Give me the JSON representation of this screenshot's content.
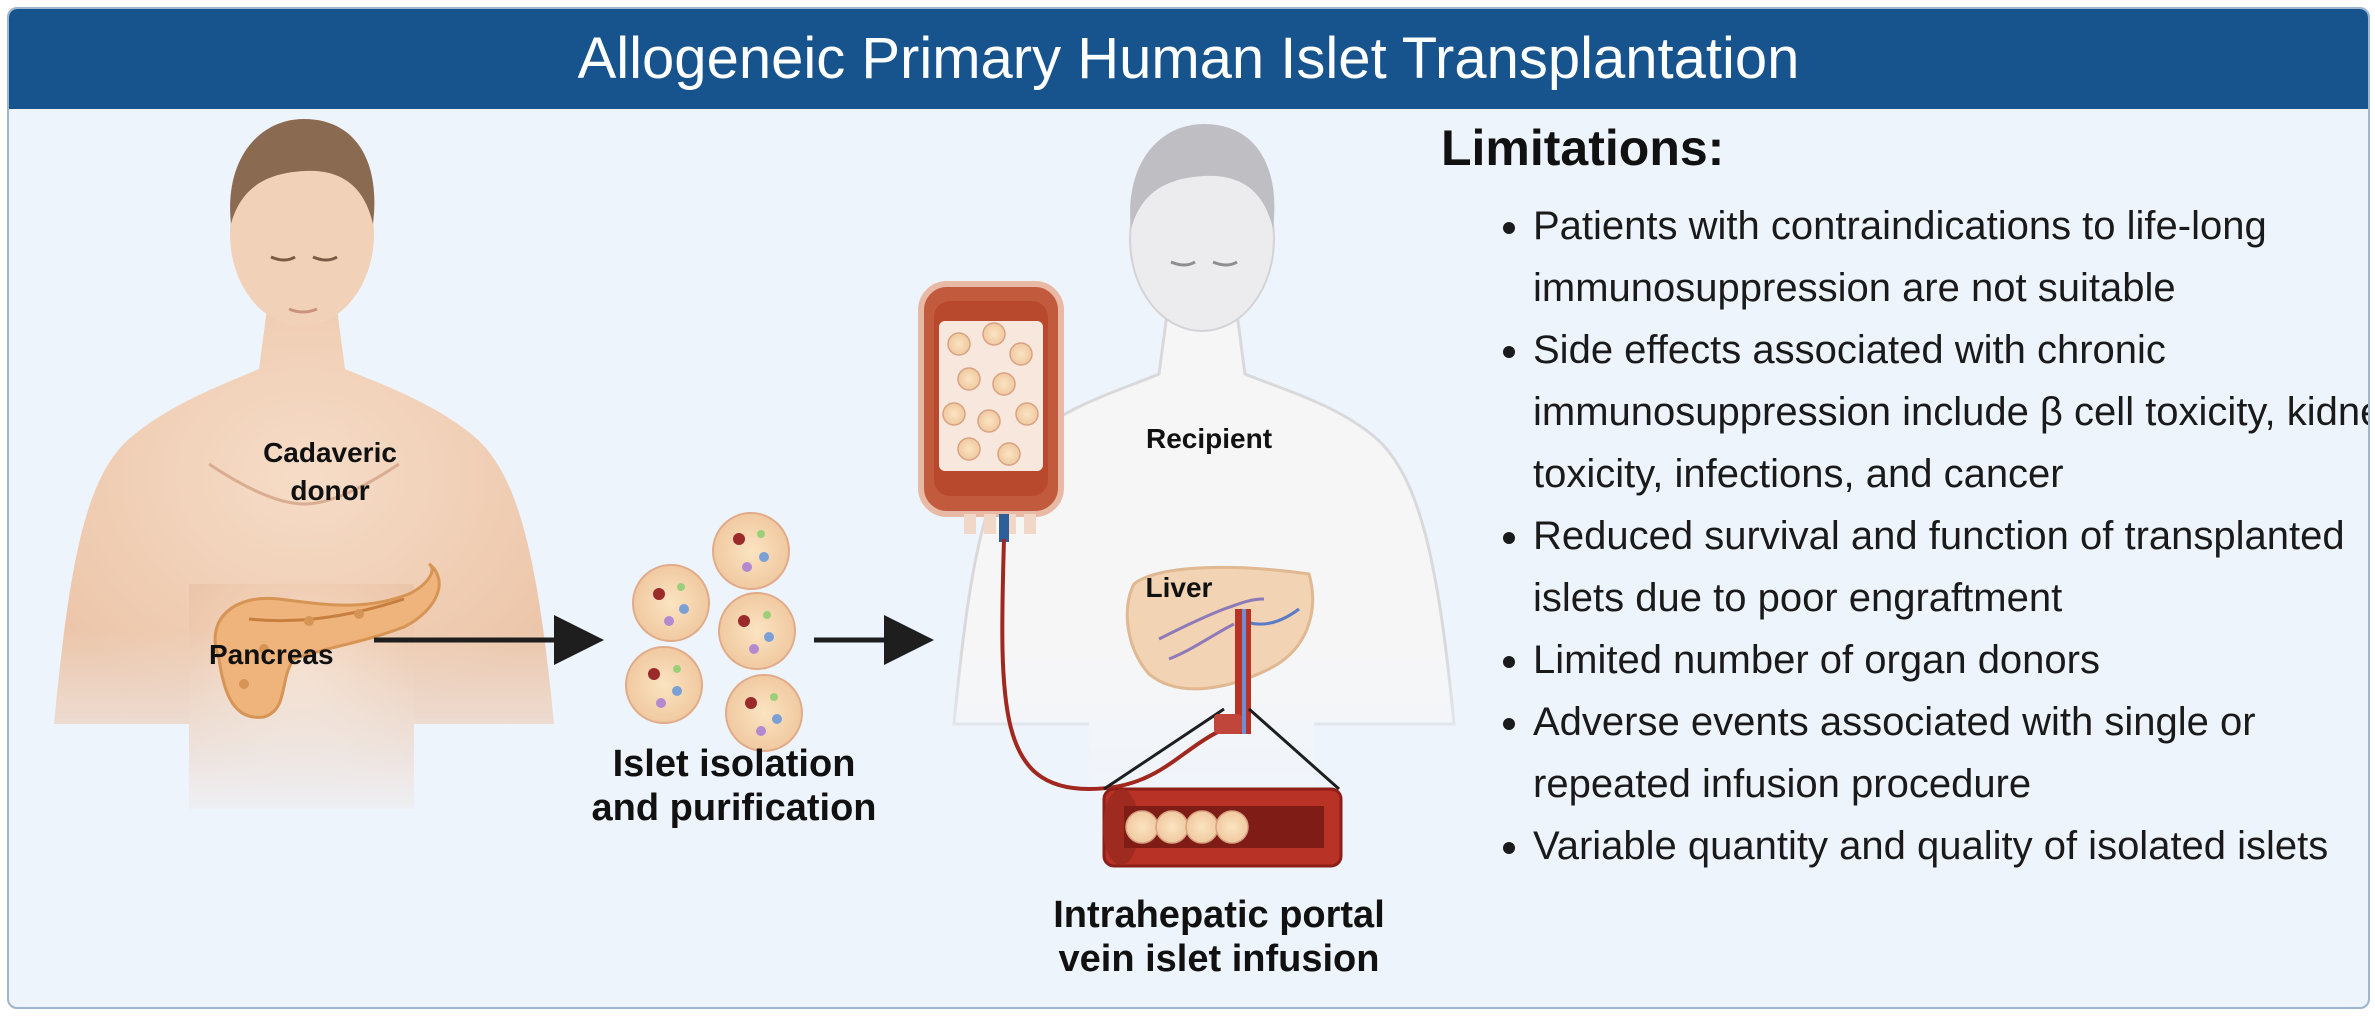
{
  "header": {
    "title": "Allogeneic Primary Human Islet Transplantation"
  },
  "labels": {
    "donor": "Cadaveric\ndonor",
    "pancreas": "Pancreas",
    "islet_isolation": "Islet isolation\nand purification",
    "recipient": "Recipient",
    "liver": "Liver",
    "infusion": "Intrahepatic portal\nvein islet infusion"
  },
  "limitations": {
    "heading": "Limitations:",
    "items": [
      "Patients with contraindications to life-long immunosuppression are not suitable",
      "Side effects associated with chronic immunosuppression include β cell toxicity, kidney toxicity, infections, and cancer",
      "Reduced survival and function of transplanted islets due to poor engraftment",
      "Limited number of organ donors",
      "Adverse events associated with single or repeated infusion procedure",
      "Variable quantity and quality of isolated islets"
    ]
  },
  "colors": {
    "header_bg": "#17548e",
    "panel_bg": "#eef4fc",
    "skin": "#f1d1b8",
    "pancreas": "#eeb47b",
    "blood": "#b83225"
  }
}
